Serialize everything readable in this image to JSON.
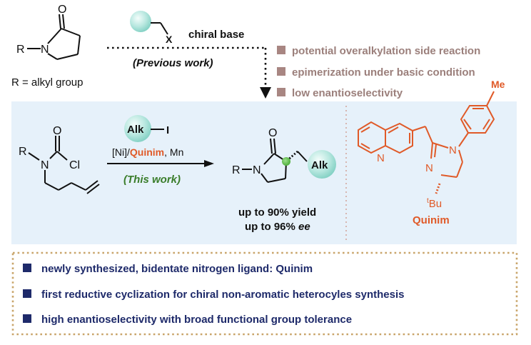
{
  "previous": {
    "reactant_R": "R",
    "reactant_N": "N",
    "reactant_O": "O",
    "r_note": "R = alkyl group",
    "reagent_X": "X",
    "reagent_label": "chiral base",
    "label": "(Previous work)",
    "drawbacks": [
      "potential overalkylation side reaction",
      "epimerization under basic condition",
      "low enantioselectivity"
    ]
  },
  "this_work": {
    "sm_R": "R",
    "sm_N": "N",
    "sm_O": "O",
    "sm_Cl": "Cl",
    "reagent_alk": "Alk",
    "reagent_I": "I",
    "cond_ni": "[Ni]/",
    "cond_ligand": "Quinim",
    "cond_mn": ", Mn",
    "label": "(This work)",
    "prod_R": "R",
    "prod_N": "N",
    "prod_O": "O",
    "prod_alk": "Alk",
    "yield_text": "up to 90% yield",
    "ee_prefix": "up to 96% ",
    "ee_suffix": "ee"
  },
  "ligand": {
    "me": "Me",
    "n_quinoline": "N",
    "n_imine": "N",
    "n_amine": "N",
    "tbu_sup": "t",
    "tbu": "Bu",
    "name": "Quinim"
  },
  "highlights": [
    "newly synthesized, bidentate nitrogen ligand: Quinim",
    "first reductive cyclization for chiral non-aromatic heterocyles synthesis",
    "high enantioselectivity with broad functional group tolerance"
  ],
  "colors": {
    "panel_bg": "#e6f1fa",
    "ligand": "#e05a28",
    "this_work": "#3a7d2a",
    "drawback_square": "#a88682",
    "drawback_text": "#9b7f7b",
    "highlight_square": "#1e2a6a",
    "highlight_text": "#1e2a6a",
    "dashed_border": "#c9a56a",
    "divider": "#d7b6b0"
  }
}
